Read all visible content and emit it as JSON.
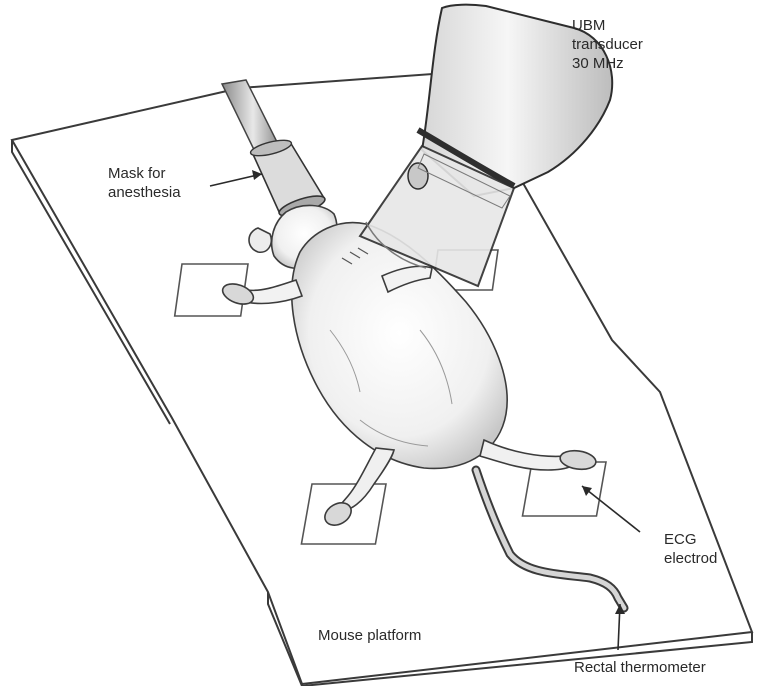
{
  "labels": {
    "transducer": [
      "UBM",
      "transducer",
      "30 MHz"
    ],
    "mask": [
      "Mask for",
      "anesthesia"
    ],
    "ecg": [
      "ECG",
      "electrod"
    ],
    "platform": "Mouse platform",
    "thermometer": "Rectal thermometer"
  }
}
